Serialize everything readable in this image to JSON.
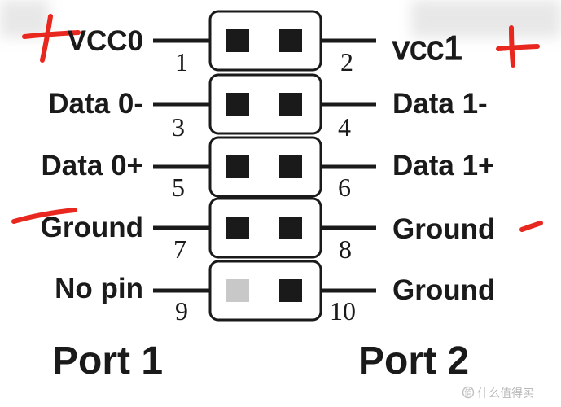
{
  "pins": [
    {
      "left_label": "VCC0",
      "left_num": "1",
      "right_num": "2",
      "right_label": "vcc1",
      "left_pin": true,
      "right_pin": true
    },
    {
      "left_label": "Data 0-",
      "left_num": "3",
      "right_num": "4",
      "right_label": "Data 1-",
      "left_pin": true,
      "right_pin": true
    },
    {
      "left_label": "Data 0+",
      "left_num": "5",
      "right_num": "6",
      "right_label": "Data 1+",
      "left_pin": true,
      "right_pin": true
    },
    {
      "left_label": "Ground",
      "left_num": "7",
      "right_num": "8",
      "right_label": "Ground",
      "left_pin": true,
      "right_pin": true
    },
    {
      "left_label": "No pin",
      "left_num": "9",
      "right_num": "10",
      "right_label": "Ground",
      "left_pin": false,
      "right_pin": true
    }
  ],
  "ports": {
    "left": "Port 1",
    "right": "Port 2"
  },
  "watermark": "什么值得买",
  "colors": {
    "ink": "#1a1a1a",
    "annotation": "#e8281e",
    "missing_pin": "#c8c8c8"
  },
  "annotations": {
    "vcc0": "plus",
    "vcc1": "plus",
    "ground_left": "minus",
    "ground_right": "minus"
  }
}
